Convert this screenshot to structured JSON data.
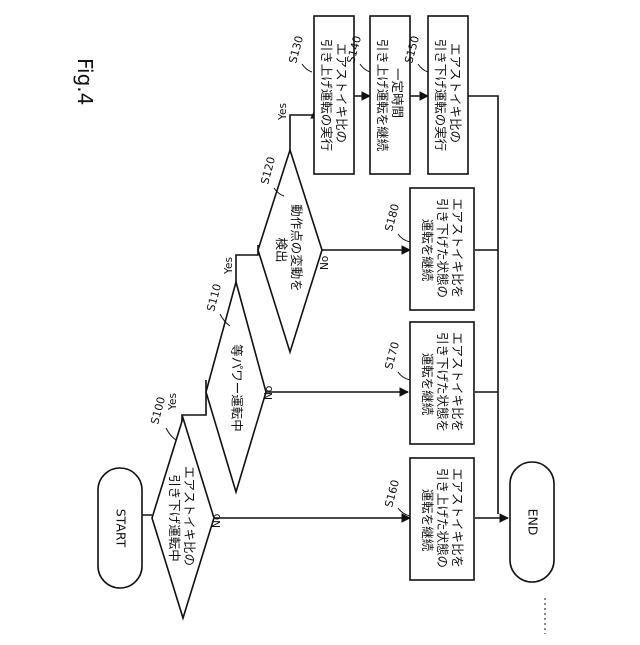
{
  "figure": {
    "title": "Fig.4"
  },
  "terminals": {
    "start": "START",
    "end": "END"
  },
  "decisions": {
    "s100": {
      "id": "S100",
      "lines": [
        "エアストイキ比の",
        "引き下げ運転中"
      ]
    },
    "s110": {
      "id": "S110",
      "lines": [
        "等パワー運転中"
      ]
    },
    "s120": {
      "id": "S120",
      "lines": [
        "動作点の変動を",
        "検出"
      ]
    }
  },
  "processes": {
    "s130": {
      "id": "S130",
      "lines": [
        "エアストイキ比の",
        "引き上げ運転の実行"
      ]
    },
    "s140": {
      "id": "S140",
      "lines": [
        "一定時間",
        "引き上げ運転を継続"
      ]
    },
    "s150": {
      "id": "S150",
      "lines": [
        "エアストイキ比の",
        "引き下げ運転の実行"
      ]
    },
    "s160": {
      "id": "S160",
      "lines": [
        "エアストイキ比を",
        "引き上げた状態の",
        "運転を継続"
      ]
    },
    "s170": {
      "id": "S170",
      "lines": [
        "エアストイキ比を",
        "引き下げた状態を",
        "運転を継続"
      ]
    },
    "s180": {
      "id": "S180",
      "lines": [
        "エアストイキ比を",
        "引き下げた状態の",
        "運転を継続"
      ]
    }
  },
  "branch_labels": {
    "yes": "Yes",
    "no": "No"
  }
}
